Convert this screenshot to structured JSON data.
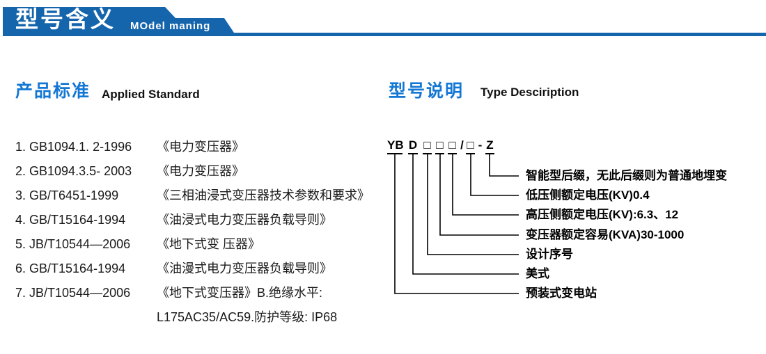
{
  "banner": {
    "title_zh": "型号含义",
    "title_en": "MOdel maning"
  },
  "left_section": {
    "heading_zh": "产品标准",
    "heading_en": "Applied Standard",
    "standards": [
      {
        "code": "1. GB1094.1. 2-1996",
        "title": "《电力变压器》"
      },
      {
        "code": "2. GB1094.3.5- 2003",
        "title": "《电力变压器》"
      },
      {
        "code": "3. GB/T6451-1999",
        "title": "《三相油浸式变压器技术参数和要求》"
      },
      {
        "code": "4. GB/T15164-1994",
        "title": "《油浸式电力变压器负载导则》"
      },
      {
        "code": "5. JB/T10544—2006",
        "title": "《地下式变 压器》"
      },
      {
        "code": "6. GB/T15164-1994",
        "title": "《油漫式电力变压器负载导则》"
      },
      {
        "code": "7. JB/T10544—2006",
        "title": "《地下式变压器》B.绝缘水平:"
      },
      {
        "code": "",
        "title": "L175AC35/AC59.防护等级: IP68"
      }
    ]
  },
  "right_section": {
    "heading_zh": "型号说明",
    "heading_en": "Type Desciription",
    "model_code": {
      "segments": [
        "YB",
        "D",
        "□",
        "□",
        "□",
        "/",
        "□",
        "-",
        "Z"
      ]
    },
    "labels": [
      "智能型后缀，无此后缀则为普通地埋变",
      "低压侧额定电压(KV)0.4",
      "高压侧额定电压(KV):6.3、12",
      "变压器额定容易(KVA)30-1000",
      "设计序号",
      "美式",
      "预装式变电站"
    ]
  },
  "colors": {
    "banner_blue": "#1565ad",
    "heading_blue": "#1377d4",
    "line_black": "#000000"
  }
}
